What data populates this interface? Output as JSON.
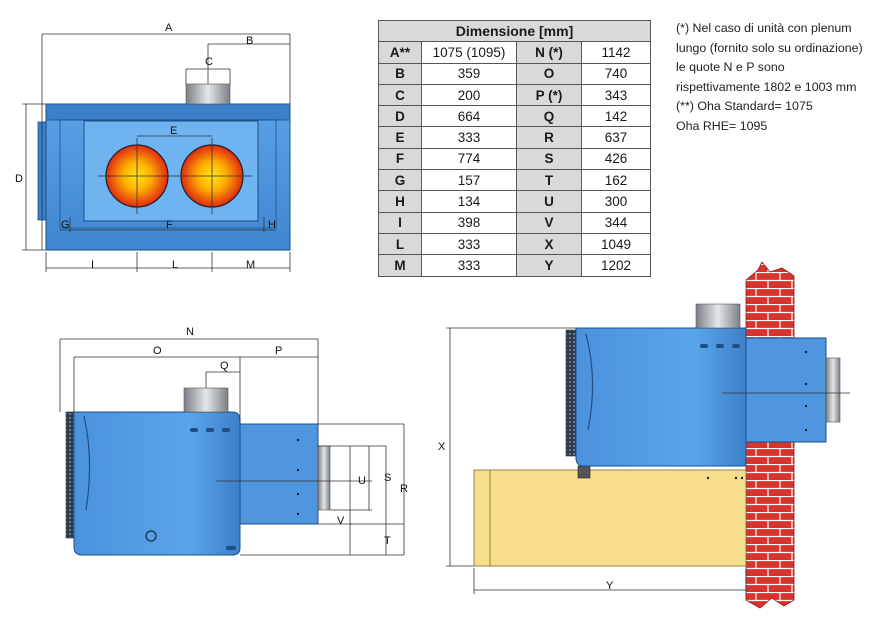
{
  "table": {
    "header": "Dimensione [mm]",
    "rows": [
      [
        "A**",
        "1075 (1095)",
        "N (*)",
        "1142"
      ],
      [
        "B",
        "359",
        "O",
        "740"
      ],
      [
        "C",
        "200",
        "P (*)",
        "343"
      ],
      [
        "D",
        "664",
        "Q",
        "142"
      ],
      [
        "E",
        "333",
        "R",
        "637"
      ],
      [
        "F",
        "774",
        "S",
        "426"
      ],
      [
        "G",
        "157",
        "T",
        "162"
      ],
      [
        "H",
        "134",
        "U",
        "300"
      ],
      [
        "I",
        "398",
        "V",
        "344"
      ],
      [
        "L",
        "333",
        "X",
        "1049"
      ],
      [
        "M",
        "333",
        "Y",
        "1202"
      ]
    ]
  },
  "notes": [
    "(*) Nel caso di unità con plenum",
    "lungo (fornito solo su ordinazione)",
    "le quote N e P sono",
    "rispettivamente 1802 e 1003 mm",
    "(**) Oha Standard= 1075",
    "Oha RHE= 1095"
  ],
  "front_view": {
    "labels": {
      "A": "A",
      "B": "B",
      "C": "C",
      "D": "D",
      "E": "E",
      "F": "F",
      "G": "G",
      "H": "H",
      "I": "I",
      "L": "L",
      "M": "M"
    }
  },
  "side_view": {
    "labels": {
      "N": "N",
      "O": "O",
      "P": "P",
      "Q": "Q",
      "R": "R",
      "S": "S",
      "T": "T",
      "U": "U",
      "V": "V"
    }
  },
  "install_view": {
    "labels": {
      "X": "X",
      "Y": "Y"
    }
  },
  "colors": {
    "unit_blue": "#4a90d9",
    "unit_blue_dark": "#2c6cb0",
    "flame_outer": "#e83a1c",
    "flame_inner": "#ffd21a",
    "brick": "#c8302a",
    "base_yellow": "#f6de8d",
    "chimney_grey": "#9aa0a6"
  }
}
